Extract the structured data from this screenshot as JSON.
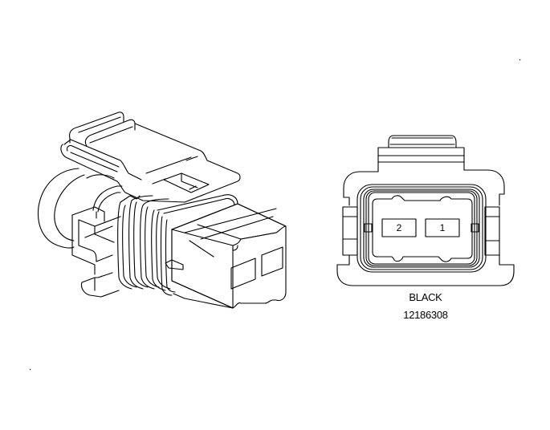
{
  "figure": {
    "type": "connector-end-view",
    "isometric_view": {
      "description": "isometric connector housing"
    },
    "front_view": {
      "cavities": [
        {
          "id": "cavity-2",
          "label": "2"
        },
        {
          "id": "cavity-1",
          "label": "1"
        }
      ],
      "color_label": "BLACK",
      "part_number": "12186308"
    }
  },
  "colors": {
    "line": "#000000",
    "background": "#ffffff"
  }
}
